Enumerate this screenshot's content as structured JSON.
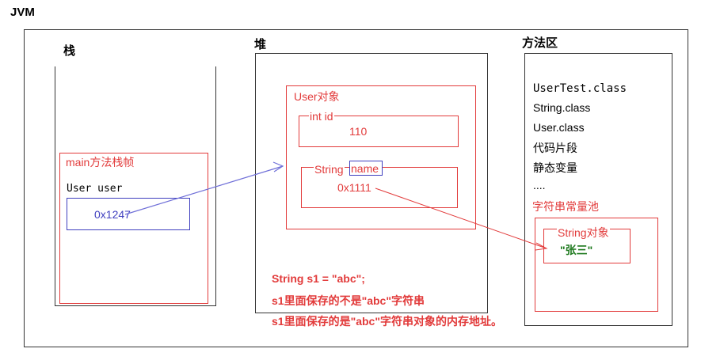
{
  "jvm_label": "JVM",
  "stack": {
    "label": "栈",
    "frame_label": "main方法栈帧",
    "var_decl": "User user",
    "var_value": "0x1247"
  },
  "heap": {
    "label": "堆",
    "user_object_label": "User对象",
    "field_id_label": "int id",
    "field_id_value": "110",
    "field_name_type": "String",
    "field_name_label": "name",
    "field_name_value": "0x1111"
  },
  "method_area": {
    "label": "方法区",
    "items": [
      "UserTest.class",
      "String.class",
      "User.class",
      "代码片段",
      "静态变量",
      "...."
    ],
    "string_pool_label": "字符串常量池",
    "string_object_label": "String对象",
    "string_value": "\"张三\""
  },
  "notes": [
    "String s1 = \"abc\";",
    "s1里面保存的不是\"abc\"字符串",
    "s1里面保存的是\"abc\"字符串对象的内存地址。"
  ],
  "colors": {
    "red": "#e23b3b",
    "blue": "#3f3fbf",
    "green": "#1f7a1f"
  }
}
